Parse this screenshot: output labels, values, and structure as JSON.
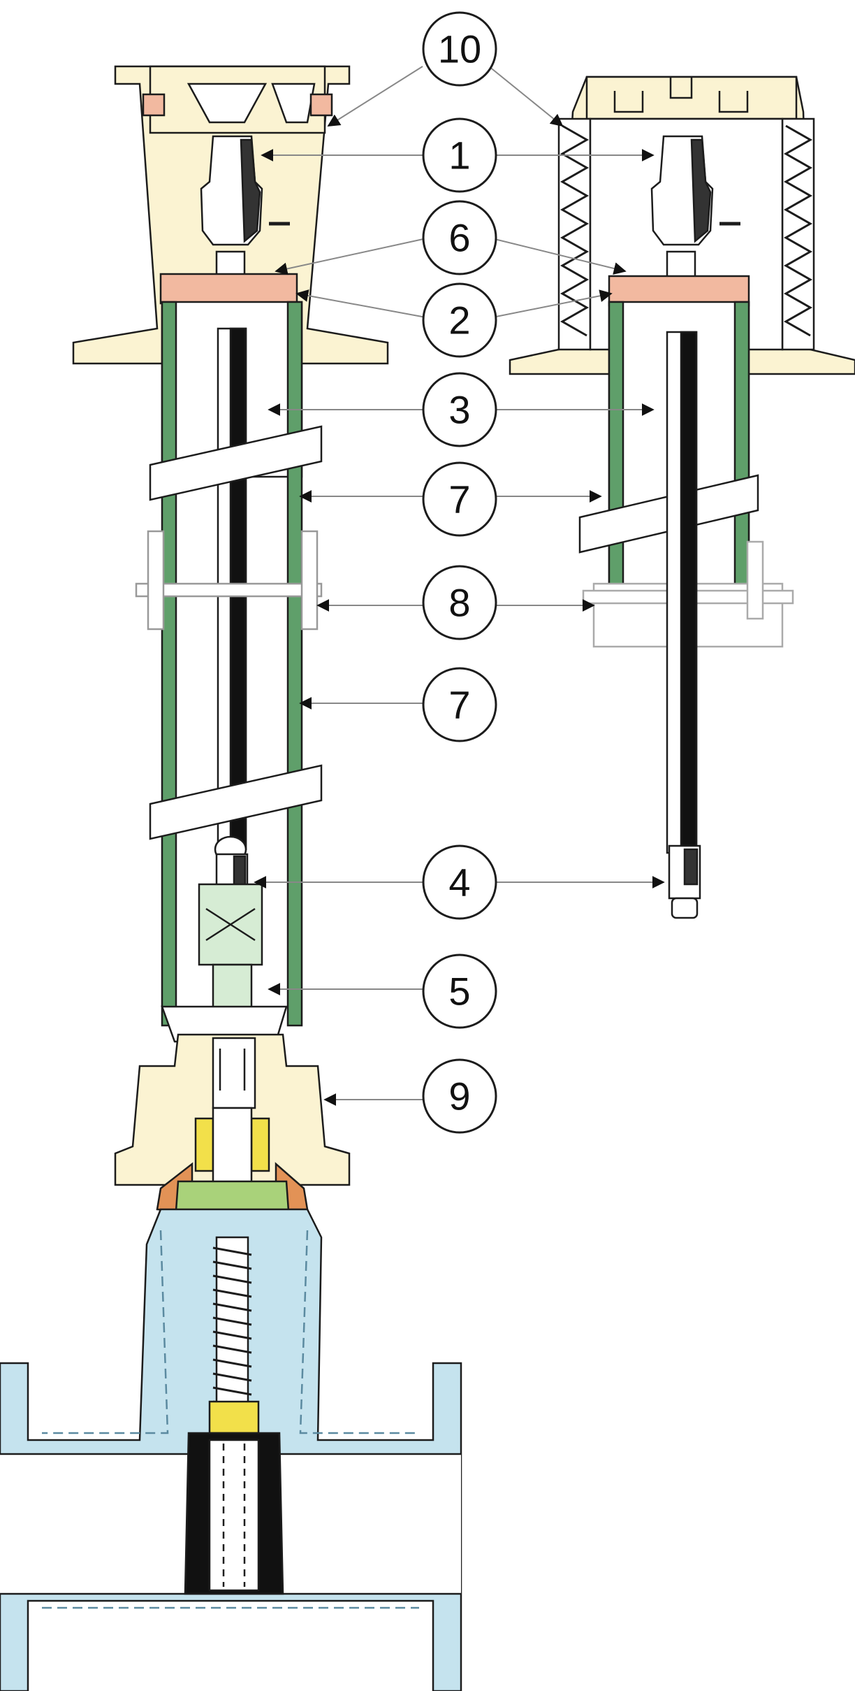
{
  "callouts": [
    "10",
    "1",
    "6",
    "2",
    "3",
    "7",
    "8",
    "7",
    "4",
    "5",
    "9"
  ],
  "colors": {
    "cream": "#fbf3d2",
    "salmon": "#f2b9a0",
    "green": "#5f9f6a",
    "blue": "#c5e3ee",
    "yellow": "#f2e04a",
    "orange": "#e29256",
    "lime": "#a9d27a",
    "outline": "#1c1c1c"
  }
}
